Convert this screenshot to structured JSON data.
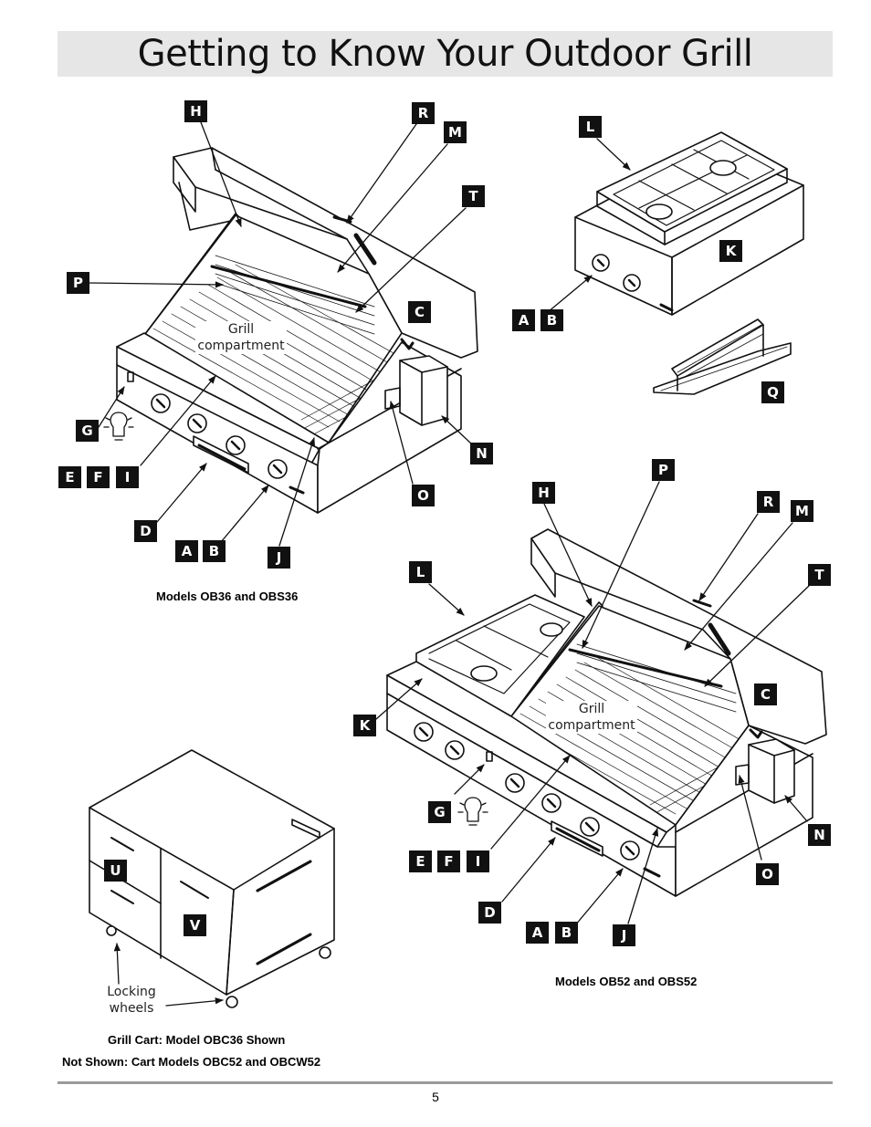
{
  "page": {
    "title": "Getting to Know Your Outdoor Grill",
    "page_number": "5"
  },
  "captions": {
    "models_36": "Models OB36 and OBS36",
    "models_52": "Models OB52 and OBS52",
    "cart_line1": "Grill Cart: Model OBC36 Shown",
    "cart_line2": "Not Shown: Cart Models OBC52 and OBCW52"
  },
  "labels": {
    "grill_compartment_line1": "Grill",
    "grill_compartment_line2": "compartment",
    "locking_wheels_line1": "Locking",
    "locking_wheels_line2": "wheels"
  },
  "callouts": {
    "H": "H",
    "R": "R",
    "M": "M",
    "T": "T",
    "P": "P",
    "C": "C",
    "G": "G",
    "E": "E",
    "F": "F",
    "I": "I",
    "D": "D",
    "A": "A",
    "B": "B",
    "J": "J",
    "L": "L",
    "K": "K",
    "Q": "Q",
    "N": "N",
    "O": "O",
    "U": "U",
    "V": "V"
  },
  "icons": [
    "light-bulb-icon"
  ]
}
